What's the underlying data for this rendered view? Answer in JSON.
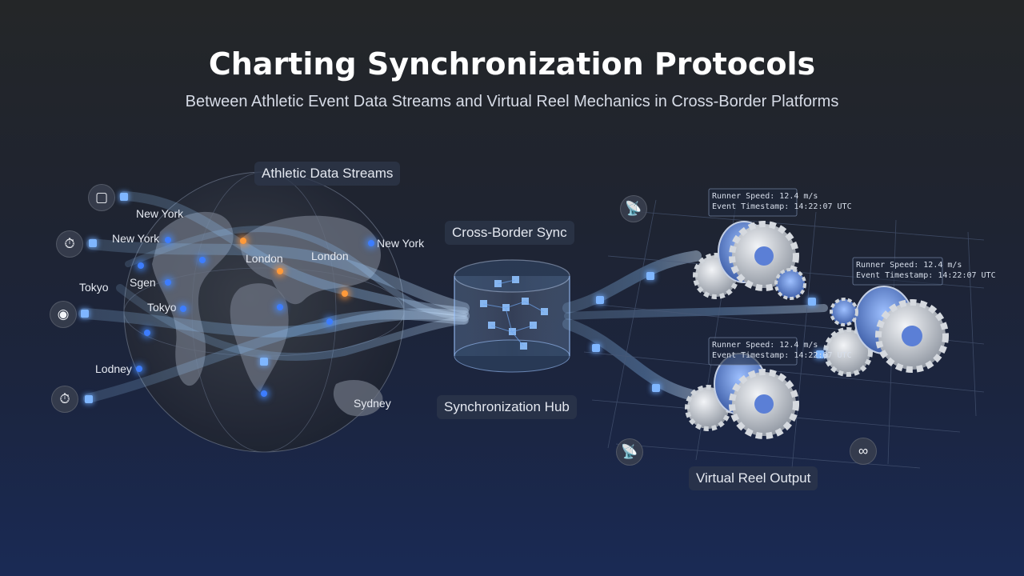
{
  "header": {
    "title": "Charting Synchronization Protocols",
    "subtitle": "Between Athletic Event Data Streams and Virtual Reel Mechanics in Cross-Border Platforms"
  },
  "labels": {
    "streams": "Athletic Data Streams",
    "sync": "Cross-Border Sync",
    "hub": "Synchronization Hub",
    "output": "Virtual Reel Output"
  },
  "cities": [
    "New York",
    "New York",
    "London",
    "London",
    "New York",
    "Tokyo",
    "Sgen",
    "Tokyo",
    "Lodney",
    "Sydney"
  ],
  "readouts": [
    {
      "line1": "Runner Speed: 12.4 m/s",
      "line2": "Event Timestamp: 14:22:07 UTC"
    },
    {
      "line1": "Runner Speed: 12.4 m/s",
      "line2": "Event Timestamp: 14:22:07 UTC"
    },
    {
      "line1": "Runner Speed: 12.4 m/s",
      "line2": "Event Timestamp: 14:22:07 UTC"
    }
  ],
  "icons": {
    "sources": [
      "database-icon",
      "stopwatch-icon",
      "sensor-icon",
      "stopwatch-icon"
    ],
    "satellites": [
      "satellite-dish-icon",
      "satellite-dish-icon",
      "reel-symbol-icon"
    ]
  },
  "colors": {
    "stream": "#8cc4ff",
    "node_blue": "#3d7dff",
    "node_orange": "#ff9a3a",
    "gear_accent": "#4f7fe0"
  }
}
